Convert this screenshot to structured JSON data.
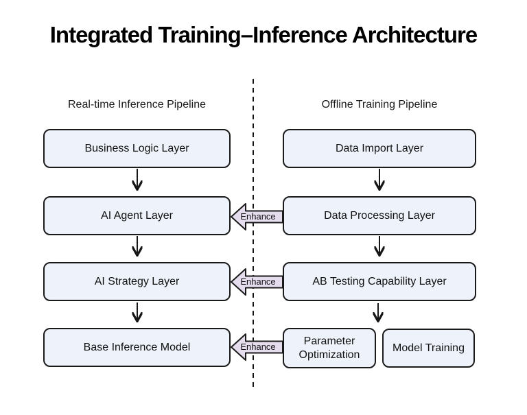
{
  "title": "Integrated Training–Inference Architecture",
  "pipelines": {
    "inference": {
      "label": "Real-time Inference Pipeline",
      "boxes": [
        "Business Logic Layer",
        "AI Agent Layer",
        "AI Strategy Layer",
        "Base Inference Model"
      ]
    },
    "training": {
      "label": "Offline Training Pipeline",
      "boxes": [
        "Data Import Layer",
        "Data Processing Layer",
        "AB Testing Capability Layer"
      ],
      "bottom_row": [
        "Parameter Optimization",
        "Model Training"
      ]
    }
  },
  "enhance_labels": [
    "Enhance",
    "Enhance",
    "Enhance"
  ],
  "colors": {
    "box_fill": "#eef2fa",
    "box_border": "#1a1a1a",
    "enhance_fill": "#e5ddee",
    "line": "#161616",
    "text": "#111111",
    "background": "#ffffff"
  }
}
